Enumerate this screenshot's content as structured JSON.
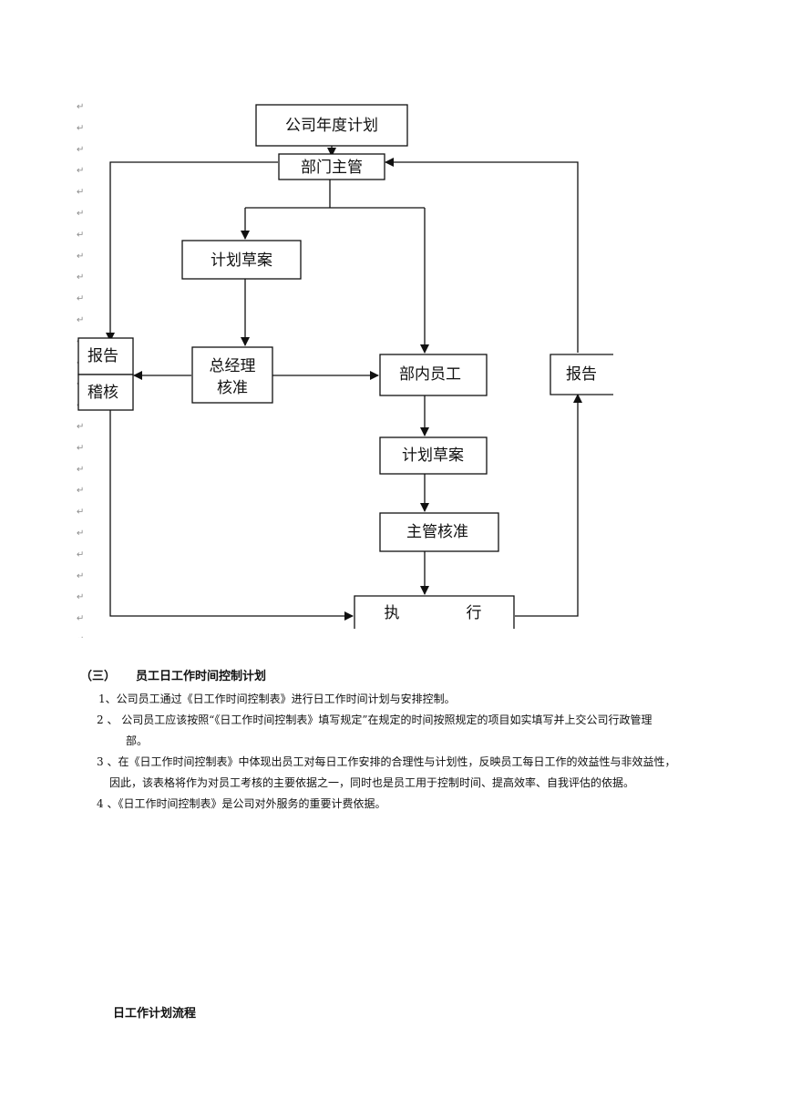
{
  "flowchart": {
    "para_mark": "↵",
    "nodes": {
      "annual_plan": "公司年度计划",
      "dept_head": "部门主管",
      "plan_draft_1": "计划草案",
      "gm_line1": "总经理",
      "gm_line2": "核准",
      "report_left": "报告",
      "audit": "稽核",
      "dept_staff": "部内员工",
      "plan_draft_2": "计划草案",
      "head_approve": "主管核准",
      "execute_1": "执",
      "execute_2": "行",
      "report_right": "报告"
    }
  },
  "section": {
    "number": "（三）",
    "title": "员工日工作时间控制计划"
  },
  "paragraphs": {
    "p1": "1、公司员工通过《日工作时间控制表》进行日工作时间计划与安排控制。",
    "p2_line1": "2 、 公司员工应该按照“《日工作时间控制表》填写规定”在规定的时间按照规定的项目如实填写并上交公司行政管理",
    "p2_line2": "部。",
    "p3_line1": "3 、在《日工作时间控制表》中体现出员工对每日工作安排的合理性与计划性，反映员工每日工作的效益性与非效益性，",
    "p3_line2": "因此，该表格将作为对员工考核的主要依据之一，同时也是员工用于控制时间、提高效率、自我评估的依据。",
    "p4": "4 、《日工作时间控制表》是公司对外服务的重要计费依据。"
  },
  "bottom_title": "日工作计划流程"
}
